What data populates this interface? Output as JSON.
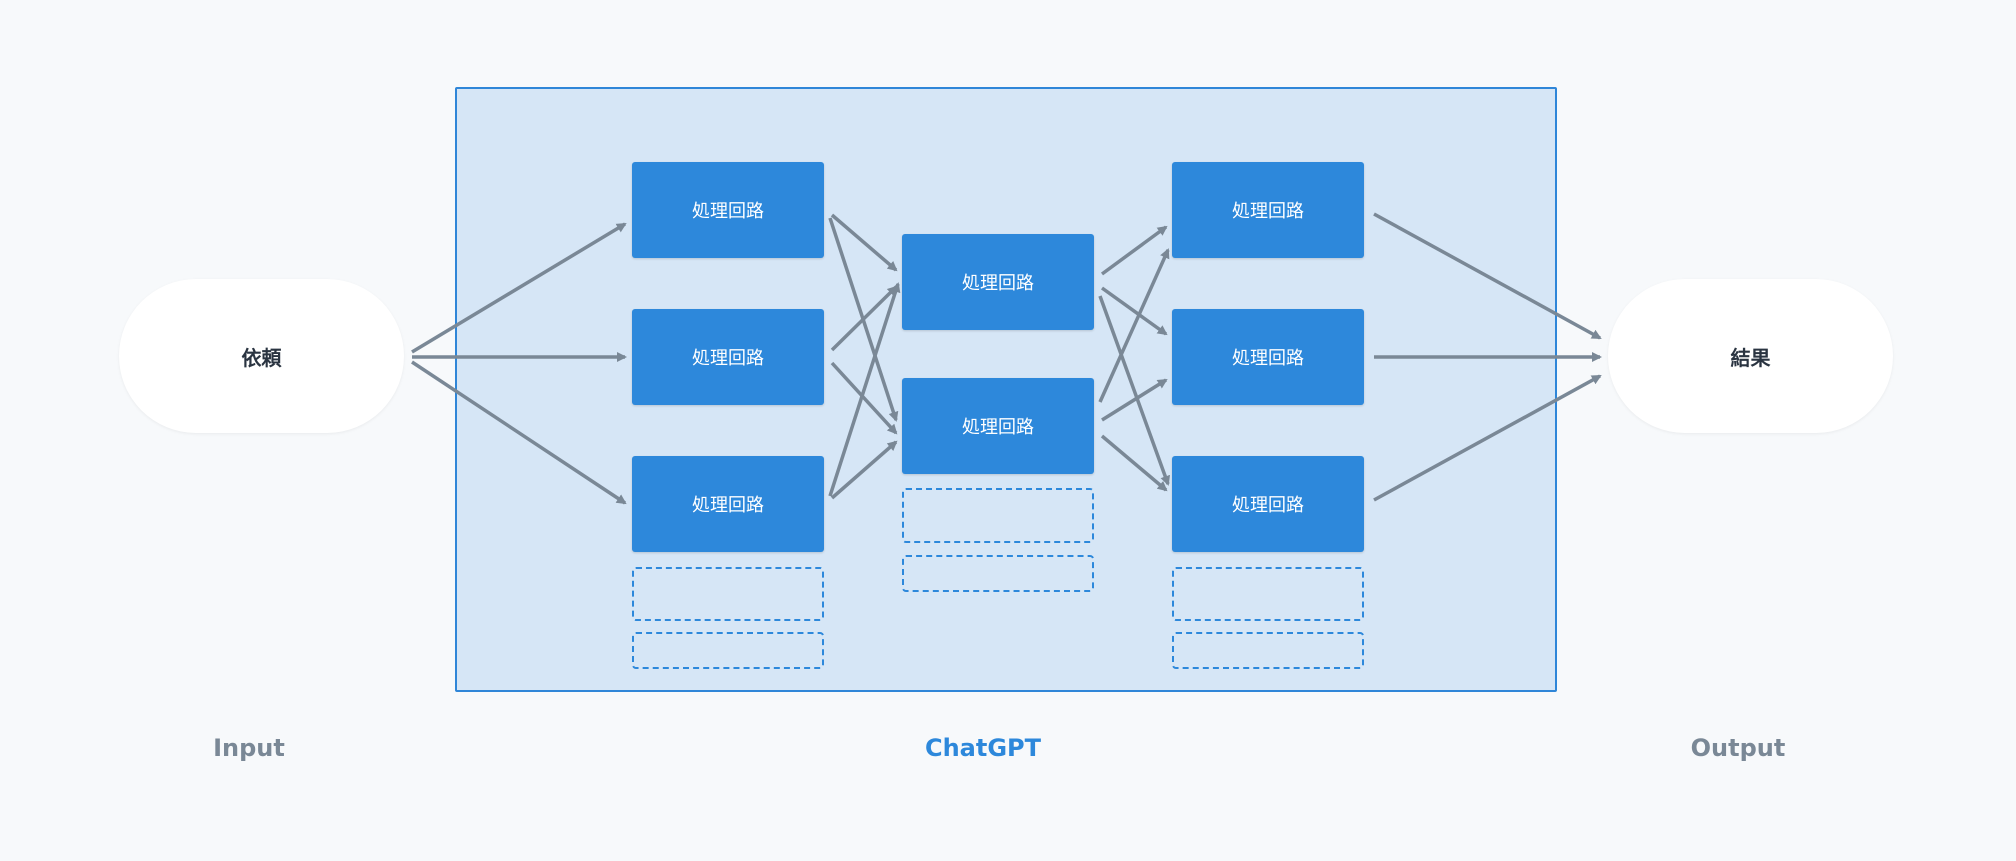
{
  "input": {
    "node_label": "依頼",
    "caption": "Input"
  },
  "model": {
    "caption": "ChatGPT",
    "layer1": [
      "処理回路",
      "処理回路",
      "処理回路"
    ],
    "layer2": [
      "処理回路",
      "処理回路"
    ],
    "layer3": [
      "処理回路",
      "処理回路",
      "処理回路"
    ]
  },
  "output": {
    "node_label": "結果",
    "caption": "Output"
  },
  "colors": {
    "node_blue": "#2d88db",
    "frame_fill": "#d6e6f6",
    "arrow": "#7a8896",
    "caption_gray": "#7a8896",
    "caption_blue": "#2d88db"
  }
}
